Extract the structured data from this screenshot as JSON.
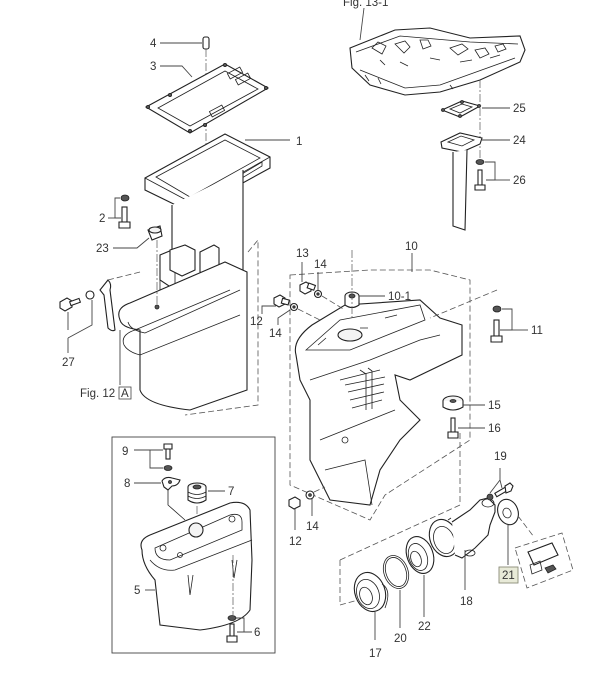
{
  "diagram": {
    "title": "Exploded parts diagram - outboard drive shaft housing / lower case",
    "figure_refs": {
      "top": "Fig. 13-1",
      "left": "Fig. 12",
      "left_box": "A"
    },
    "callouts": [
      {
        "id": "c1",
        "label": "1"
      },
      {
        "id": "c2",
        "label": "2"
      },
      {
        "id": "c3",
        "label": "3"
      },
      {
        "id": "c4",
        "label": "4"
      },
      {
        "id": "c5",
        "label": "5"
      },
      {
        "id": "c6",
        "label": "6"
      },
      {
        "id": "c7",
        "label": "7"
      },
      {
        "id": "c8",
        "label": "8"
      },
      {
        "id": "c9",
        "label": "9"
      },
      {
        "id": "c10",
        "label": "10"
      },
      {
        "id": "c10-1",
        "label": "10-1"
      },
      {
        "id": "c11",
        "label": "11"
      },
      {
        "id": "c12a",
        "label": "12"
      },
      {
        "id": "c12b",
        "label": "12"
      },
      {
        "id": "c13",
        "label": "13"
      },
      {
        "id": "c14a",
        "label": "14"
      },
      {
        "id": "c14b",
        "label": "14"
      },
      {
        "id": "c14c",
        "label": "14"
      },
      {
        "id": "c15",
        "label": "15"
      },
      {
        "id": "c16",
        "label": "16"
      },
      {
        "id": "c17",
        "label": "17"
      },
      {
        "id": "c18",
        "label": "18"
      },
      {
        "id": "c19",
        "label": "19"
      },
      {
        "id": "c20",
        "label": "20"
      },
      {
        "id": "c21",
        "label": "21",
        "highlighted": true
      },
      {
        "id": "c22",
        "label": "22"
      },
      {
        "id": "c23",
        "label": "23"
      },
      {
        "id": "c24",
        "label": "24"
      },
      {
        "id": "c25",
        "label": "25"
      },
      {
        "id": "c26",
        "label": "26"
      },
      {
        "id": "c27",
        "label": "27"
      }
    ],
    "colors": {
      "line": "#222222",
      "label": "#333333",
      "highlight_fill": "#e8ead8",
      "highlight_stroke": "#8a8c78"
    }
  }
}
